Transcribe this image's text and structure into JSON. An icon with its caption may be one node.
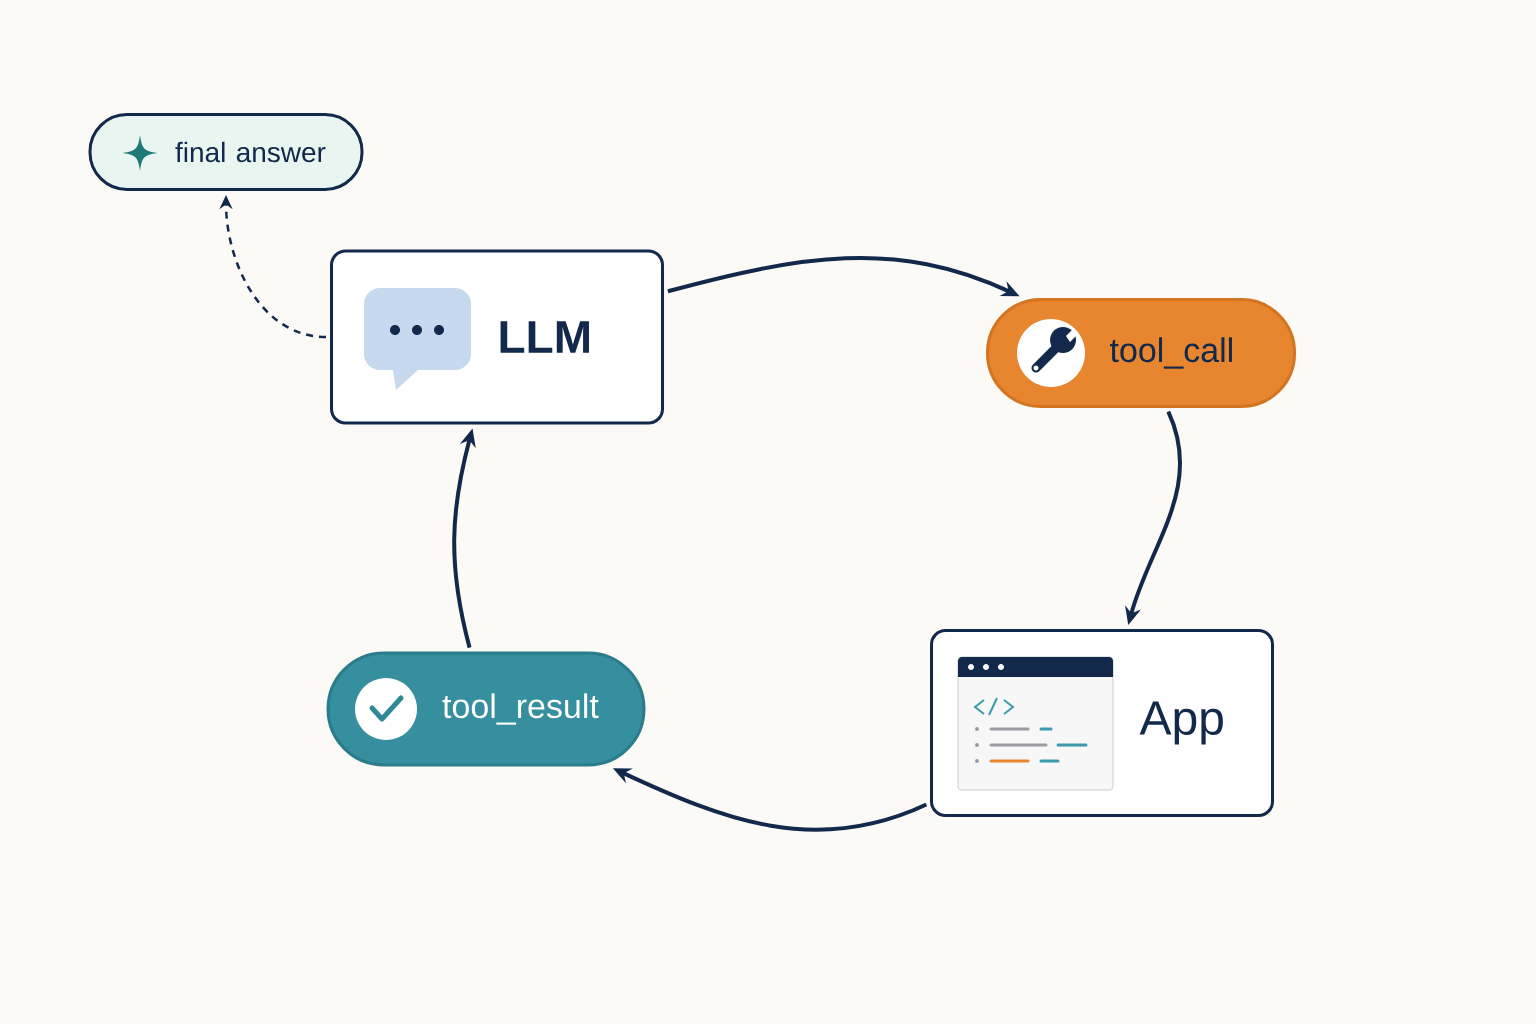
{
  "diagram": {
    "nodes": [
      {
        "text": [
          "final answer"
        ]
      },
      {
        "text": [
          "LLM"
        ]
      },
      {
        "text": [
          "tool_call"
        ]
      },
      {
        "text": [
          "App"
        ]
      },
      {
        "text": [
          "tool_result"
        ]
      }
    ],
    "edges": [
      {
        "from": 1,
        "to": 2,
        "arrow": "to"
      },
      {
        "from": 2,
        "to": 3,
        "arrow": "to"
      },
      {
        "from": 3,
        "to": 4,
        "arrow": "to"
      },
      {
        "from": 4,
        "to": 1,
        "arrow": "to"
      },
      {
        "from": 1,
        "to": 0,
        "arrow": "to",
        "style": "dashed"
      }
    ]
  }
}
